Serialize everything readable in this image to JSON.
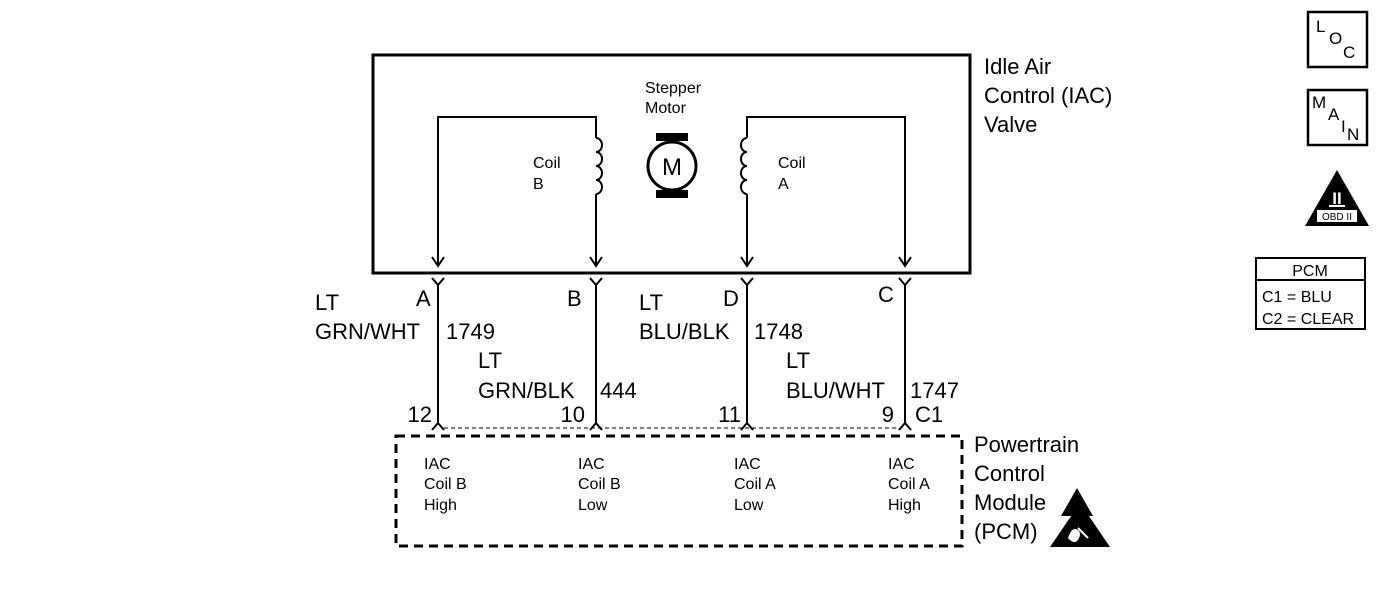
{
  "iac_valve": {
    "title_lines": [
      "Idle Air",
      "Control (IAC)",
      "Valve"
    ],
    "motor_label_lines": [
      "Stepper",
      "Motor"
    ],
    "motor_symbol": "M",
    "coil_b_lines": [
      "Coil",
      "B"
    ],
    "coil_a_lines": [
      "Coil",
      "A"
    ]
  },
  "circuits": [
    {
      "terminal": "A",
      "color_lines": [
        "LT",
        "GRN/WHT"
      ],
      "circuit_number": "1749",
      "pcm_pin": "12",
      "pcm_label_lines": [
        "IAC",
        "Coil B",
        "High"
      ]
    },
    {
      "terminal": "B",
      "color_lines": [
        "LT",
        "GRN/BLK"
      ],
      "circuit_number": "444",
      "pcm_pin": "10",
      "pcm_label_lines": [
        "IAC",
        "Coil B",
        "Low"
      ]
    },
    {
      "terminal": "D",
      "color_lines": [
        "LT",
        "BLU/BLK"
      ],
      "circuit_number": "1748",
      "pcm_pin": "11",
      "pcm_label_lines": [
        "IAC",
        "Coil A",
        "Low"
      ]
    },
    {
      "terminal": "C",
      "color_lines": [
        "LT",
        "BLU/WHT"
      ],
      "circuit_number": "1747",
      "pcm_pin": "9",
      "pcm_label_lines": [
        "IAC",
        "Coil A",
        "High"
      ]
    }
  ],
  "pcm": {
    "connector_id": "C1",
    "title_lines": [
      "Powertrain",
      "Control",
      "Module",
      "(PCM)"
    ]
  },
  "side_icons": {
    "loc": [
      "L",
      "O",
      "C"
    ],
    "main": [
      "M",
      "A",
      "I",
      "N"
    ],
    "obd_numeral": "II",
    "obd_text": "OBD II"
  },
  "connector_legend": {
    "title": "PCM",
    "rows": [
      "C1 = BLU",
      "C2 = CLEAR"
    ]
  }
}
